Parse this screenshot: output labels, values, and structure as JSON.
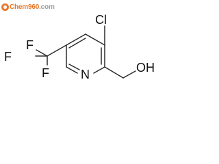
{
  "watermark": {
    "brand": "Chem960",
    "tld": "com",
    "separator": ".",
    "color": "#e8792b"
  },
  "molecule": {
    "atoms": {
      "chlorine": "Cl",
      "nitrogen": "N",
      "hydroxyl": "OH",
      "fluorine_top": "F",
      "fluorine_left": "F",
      "fluorine_bottom": "F"
    }
  }
}
